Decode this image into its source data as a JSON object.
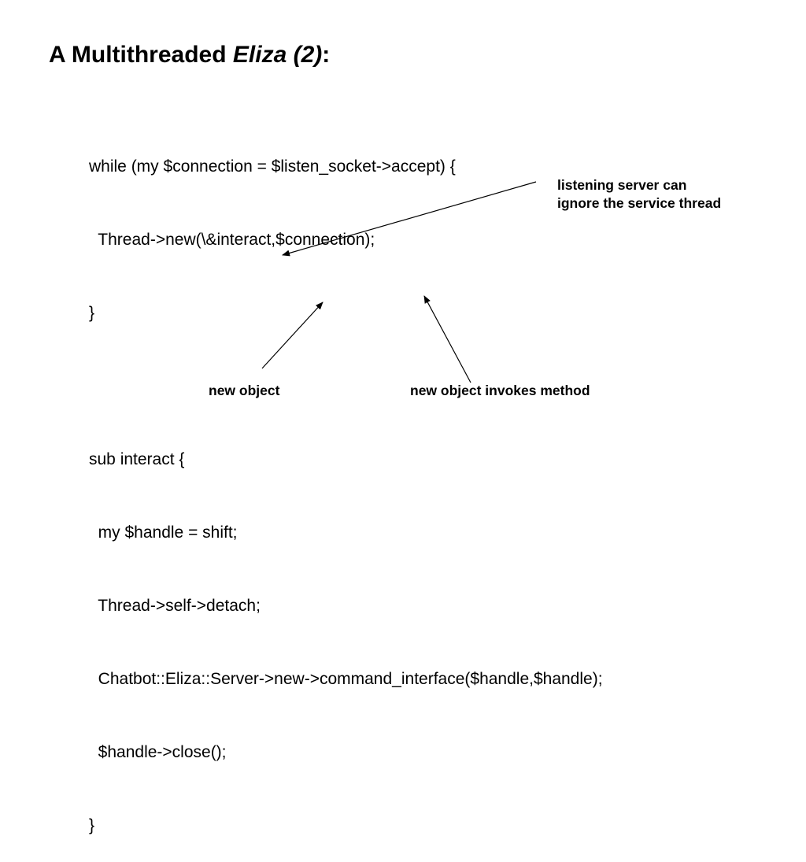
{
  "slide": {
    "title_main": "A Multithreaded ",
    "title_italic": "Eliza (2)",
    "title_colon": ":",
    "code_lines": [
      "while (my $connection = $listen_socket->accept) {",
      "  Thread->new(\\&interact,$connection);",
      "}",
      "",
      "sub interact {",
      "  my $handle = shift;",
      "  Thread->self->detach;",
      "  Chatbot::Eliza::Server->new->command_interface($handle,$handle);",
      "  $handle->close();",
      "}"
    ],
    "annotations": {
      "listening": "listening server can ignore the service thread",
      "new_object": "new object",
      "invokes": "new object invokes method"
    }
  }
}
